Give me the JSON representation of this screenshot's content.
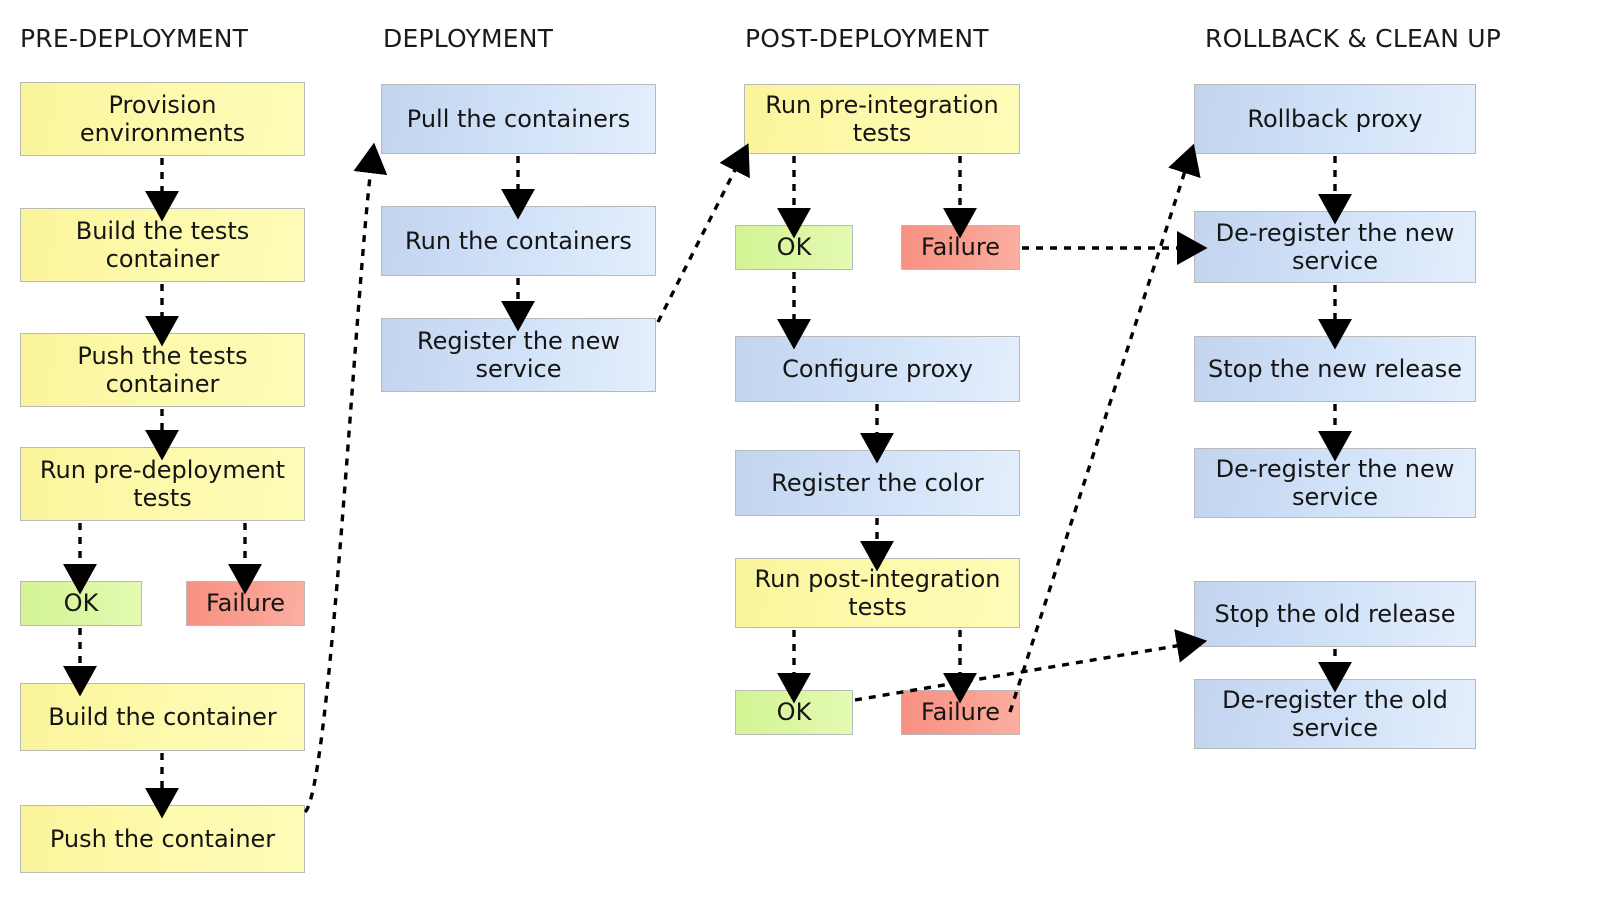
{
  "diagram": {
    "title_present": false,
    "colors": {
      "yellow": "#fbf79f",
      "blue": "#cfe0f7",
      "green": "#dcf7a3",
      "red": "#f99e90",
      "border": "#b9b9b9",
      "arrow": "#000000",
      "text": "#151515"
    },
    "columns": [
      {
        "id": "pre-deployment",
        "header": "PRE-DEPLOYMENT"
      },
      {
        "id": "deployment",
        "header": "DEPLOYMENT"
      },
      {
        "id": "post-deployment",
        "header": "POST-DEPLOYMENT"
      },
      {
        "id": "rollback-clean-up",
        "header": "ROLLBACK & CLEAN UP"
      }
    ],
    "nodes": {
      "pre": [
        {
          "id": "provision-environments",
          "label": "Provision\nenvironments",
          "kind": "yellow"
        },
        {
          "id": "build-the-tests-container",
          "label": "Build the tests\ncontainer",
          "kind": "yellow"
        },
        {
          "id": "push-the-tests-container",
          "label": "Push the tests\ncontainer",
          "kind": "yellow"
        },
        {
          "id": "run-pre-deployment-tests",
          "label": "Run pre-deployment\ntests",
          "kind": "yellow"
        },
        {
          "id": "pre-ok",
          "label": "OK",
          "kind": "green"
        },
        {
          "id": "pre-failure",
          "label": "Failure",
          "kind": "red"
        },
        {
          "id": "build-the-container",
          "label": "Build the container",
          "kind": "yellow"
        },
        {
          "id": "push-the-container",
          "label": "Push the container",
          "kind": "yellow"
        }
      ],
      "deploy": [
        {
          "id": "pull-the-containers",
          "label": "Pull the containers",
          "kind": "blue"
        },
        {
          "id": "run-the-containers",
          "label": "Run the containers",
          "kind": "blue"
        },
        {
          "id": "register-the-new-service",
          "label": "Register the new\nservice",
          "kind": "blue"
        }
      ],
      "post": [
        {
          "id": "run-pre-integration-tests",
          "label": "Run pre-integration\ntests",
          "kind": "yellow"
        },
        {
          "id": "post-ok-top",
          "label": "OK",
          "kind": "green"
        },
        {
          "id": "post-failure-top",
          "label": "Failure",
          "kind": "red"
        },
        {
          "id": "configure-proxy",
          "label": "Configure proxy",
          "kind": "blue"
        },
        {
          "id": "register-the-color",
          "label": "Register the color",
          "kind": "blue"
        },
        {
          "id": "run-post-integration-tests",
          "label": "Run post-integration\ntests",
          "kind": "yellow"
        },
        {
          "id": "post-ok-bottom",
          "label": "OK",
          "kind": "green"
        },
        {
          "id": "post-failure-bottom",
          "label": "Failure",
          "kind": "red"
        }
      ],
      "rollback": [
        {
          "id": "rollback-proxy",
          "label": "Rollback proxy",
          "kind": "blue"
        },
        {
          "id": "de-register-the-new-service-1",
          "label": "De-register the new\nservice",
          "kind": "blue"
        },
        {
          "id": "stop-the-new-release",
          "label": "Stop the new release",
          "kind": "blue"
        },
        {
          "id": "de-register-the-new-service-2",
          "label": "De-register the new\nservice",
          "kind": "blue"
        },
        {
          "id": "stop-the-old-release",
          "label": "Stop the old release",
          "kind": "blue"
        },
        {
          "id": "de-register-the-old-service",
          "label": "De-register the old\nservice",
          "kind": "blue"
        }
      ]
    },
    "edges": [
      {
        "from": "provision-environments",
        "to": "build-the-tests-container",
        "style": "dashed"
      },
      {
        "from": "build-the-tests-container",
        "to": "push-the-tests-container",
        "style": "dashed"
      },
      {
        "from": "push-the-tests-container",
        "to": "run-pre-deployment-tests",
        "style": "dashed"
      },
      {
        "from": "run-pre-deployment-tests",
        "to": "pre-ok",
        "style": "dashed"
      },
      {
        "from": "run-pre-deployment-tests",
        "to": "pre-failure",
        "style": "dashed"
      },
      {
        "from": "pre-ok",
        "to": "build-the-container",
        "style": "dashed"
      },
      {
        "from": "build-the-container",
        "to": "push-the-container",
        "style": "dashed"
      },
      {
        "from": "push-the-container",
        "to": "pull-the-containers",
        "style": "dashed"
      },
      {
        "from": "pull-the-containers",
        "to": "run-the-containers",
        "style": "dashed"
      },
      {
        "from": "run-the-containers",
        "to": "register-the-new-service",
        "style": "dashed"
      },
      {
        "from": "register-the-new-service",
        "to": "run-pre-integration-tests",
        "style": "dashed"
      },
      {
        "from": "run-pre-integration-tests",
        "to": "post-ok-top",
        "style": "dashed"
      },
      {
        "from": "run-pre-integration-tests",
        "to": "post-failure-top",
        "style": "dashed"
      },
      {
        "from": "post-ok-top",
        "to": "configure-proxy",
        "style": "dashed"
      },
      {
        "from": "post-failure-top",
        "to": "de-register-the-new-service-1",
        "style": "dashed"
      },
      {
        "from": "configure-proxy",
        "to": "register-the-color",
        "style": "dashed"
      },
      {
        "from": "register-the-color",
        "to": "run-post-integration-tests",
        "style": "dashed"
      },
      {
        "from": "run-post-integration-tests",
        "to": "post-ok-bottom",
        "style": "dashed"
      },
      {
        "from": "run-post-integration-tests",
        "to": "post-failure-bottom",
        "style": "dashed"
      },
      {
        "from": "post-ok-bottom",
        "to": "stop-the-old-release",
        "style": "dashed"
      },
      {
        "from": "post-failure-bottom",
        "to": "rollback-proxy",
        "style": "dashed"
      },
      {
        "from": "rollback-proxy",
        "to": "de-register-the-new-service-1",
        "style": "dashed"
      },
      {
        "from": "de-register-the-new-service-1",
        "to": "stop-the-new-release",
        "style": "dashed"
      },
      {
        "from": "stop-the-new-release",
        "to": "de-register-the-new-service-2",
        "style": "dashed"
      },
      {
        "from": "stop-the-old-release",
        "to": "de-register-the-old-service",
        "style": "dashed"
      }
    ]
  }
}
